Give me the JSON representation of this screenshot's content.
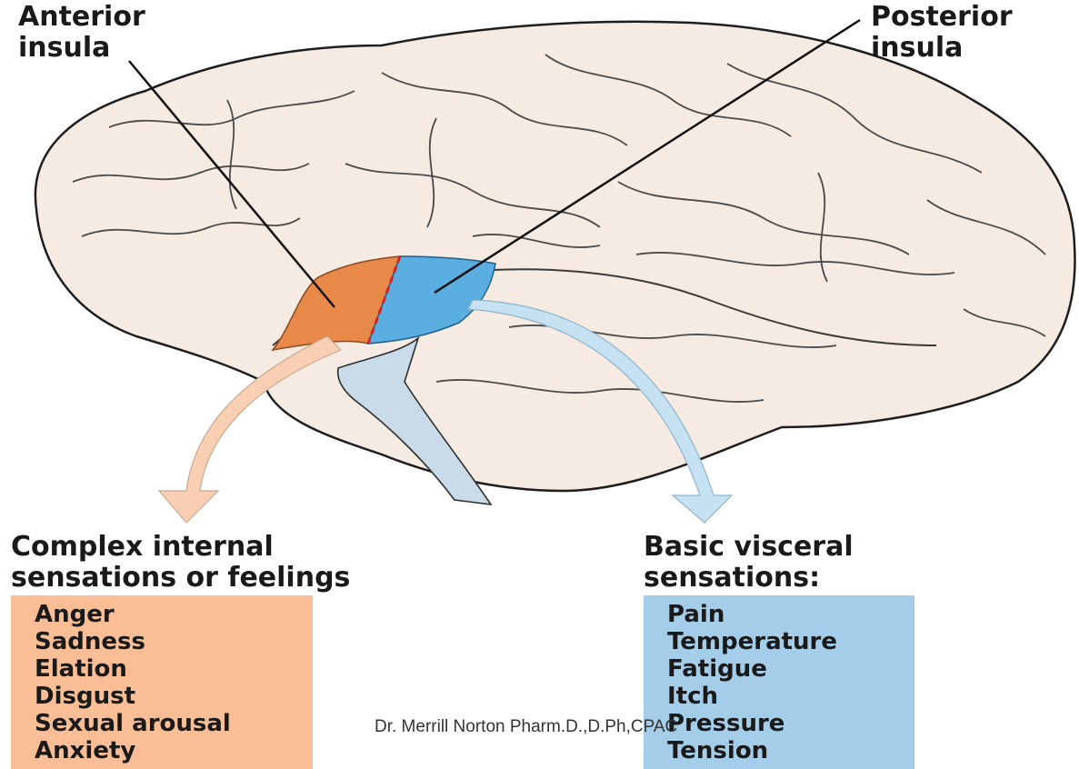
{
  "labels": {
    "anterior": [
      "Anterior",
      "insula"
    ],
    "posterior": [
      "Posterior",
      "insula"
    ]
  },
  "left_panel": {
    "heading": [
      "Complex internal",
      "sensations or feelings"
    ],
    "items": [
      "Anger",
      "Sadness",
      "Elation",
      "Disgust",
      "Sexual arousal",
      "Anxiety"
    ],
    "color": "#f9be96"
  },
  "right_panel": {
    "heading": [
      "Basic visceral",
      "sensations:"
    ],
    "items": [
      "Pain",
      "Temperature",
      "Fatigue",
      "Itch",
      "Pressure",
      "Tension"
    ],
    "color": "#a3cde8"
  },
  "credit": "Dr. Merrill Norton Pharm.D.,D.Ph,CPAC",
  "colors": {
    "brain": "#f6ebe3",
    "anterior_insula": "#e8894a",
    "posterior_insula": "#5aaee0",
    "divider": "#d2232a",
    "arrow_left": "#f9cfb4",
    "arrow_right": "#c6e1f2"
  }
}
